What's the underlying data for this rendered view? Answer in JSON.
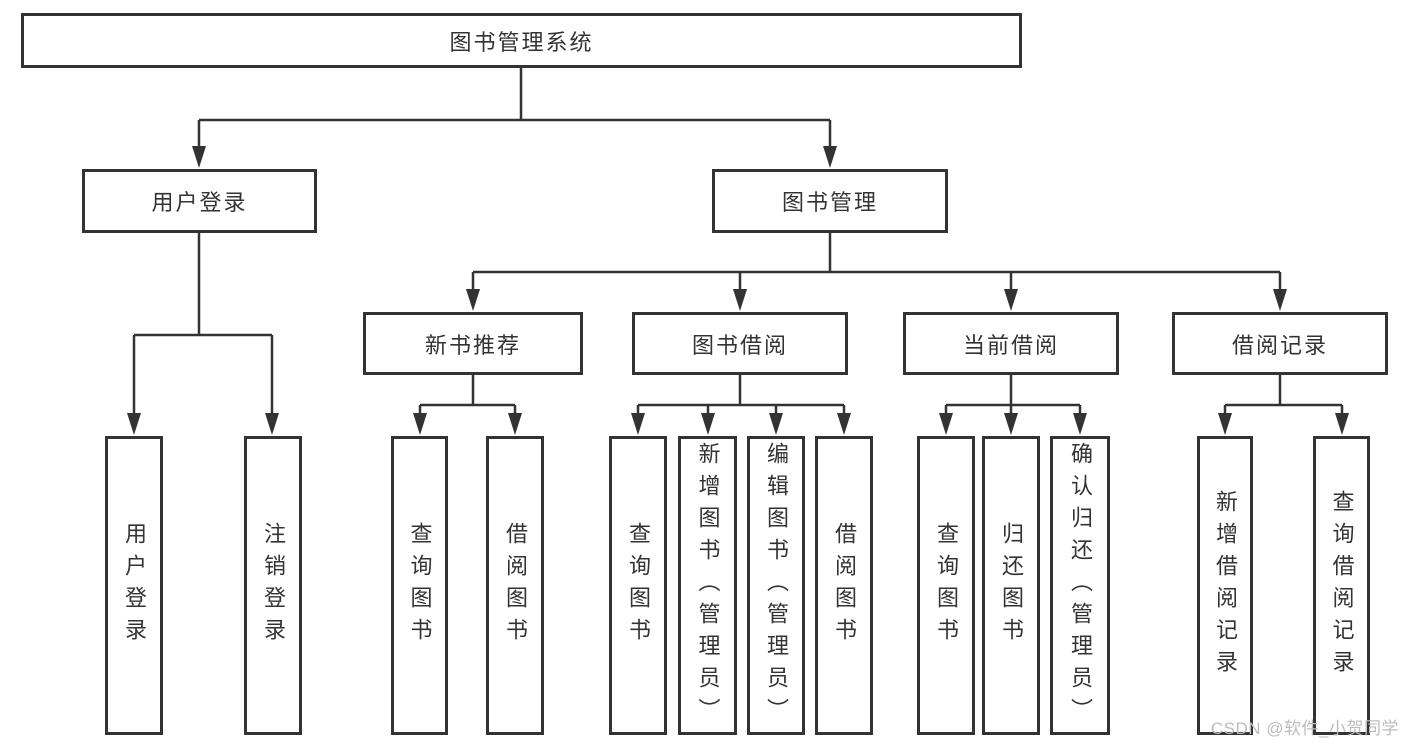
{
  "diagram_title": "图书管理系统",
  "tree": {
    "root_label": "图书管理系统",
    "branches": [
      {
        "label": "用户登录",
        "leaves": [
          "用户登录",
          "注销登录"
        ]
      },
      {
        "label": "图书管理",
        "sections": [
          {
            "label": "新书推荐",
            "leaves": [
              "查询图书",
              "借阅图书"
            ]
          },
          {
            "label": "图书借阅",
            "leaves": [
              "查询图书",
              "新增图书（管理员）",
              "编辑图书（管理员）",
              "借阅图书"
            ]
          },
          {
            "label": "当前借阅",
            "leaves": [
              "查询图书",
              "归还图书",
              "确认归还（管理员）"
            ]
          },
          {
            "label": "借阅记录",
            "leaves": [
              "新增借阅记录",
              "查询借阅记录"
            ]
          }
        ]
      }
    ]
  },
  "watermark": "CSDN @软件_小贺同学",
  "colors": {
    "line": "#333333",
    "text": "#333333",
    "box_background": "#ffffff",
    "watermark": "#bcbcbc",
    "page_background": "#ffffff"
  }
}
